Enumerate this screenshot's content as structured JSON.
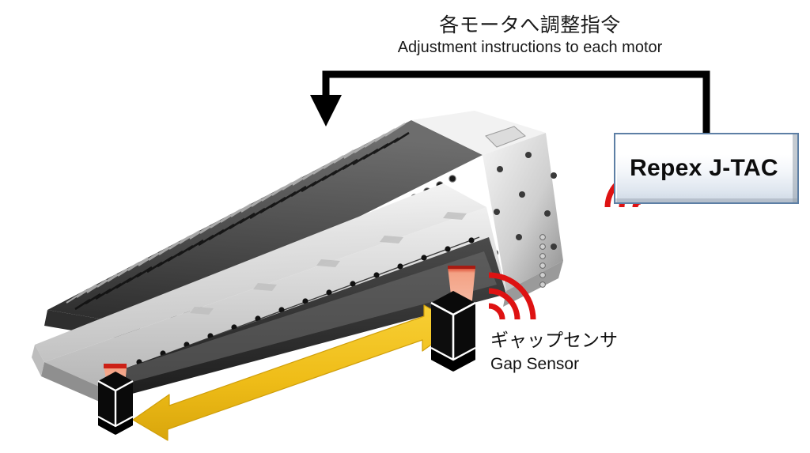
{
  "diagram": {
    "title": {
      "jp": "各モータへ調整指令",
      "en": "Adjustment instructions to each motor"
    },
    "controller": {
      "label": "Repex J-TAC",
      "border_color": "#5d7fa5",
      "signal_icon": "wireless-signal-icon"
    },
    "sensor": {
      "label_jp": "ギャップセンサ",
      "label_en": "Gap Sensor",
      "signal_icon": "wireless-signal-icon",
      "beam_color": "#f4a88d",
      "body_color": "#0a0a0a"
    },
    "measure_arrow": {
      "icon": "double-headed-arrow-icon",
      "color": "#f0bf1c"
    },
    "command_arrow": {
      "icon": "elbow-arrow-icon",
      "color": "#000000"
    },
    "machine": {
      "name": "extrusion-die",
      "top_color": "#3a3a3a",
      "body_color": "#d8d8d8"
    },
    "signal_color": "#de1212"
  }
}
